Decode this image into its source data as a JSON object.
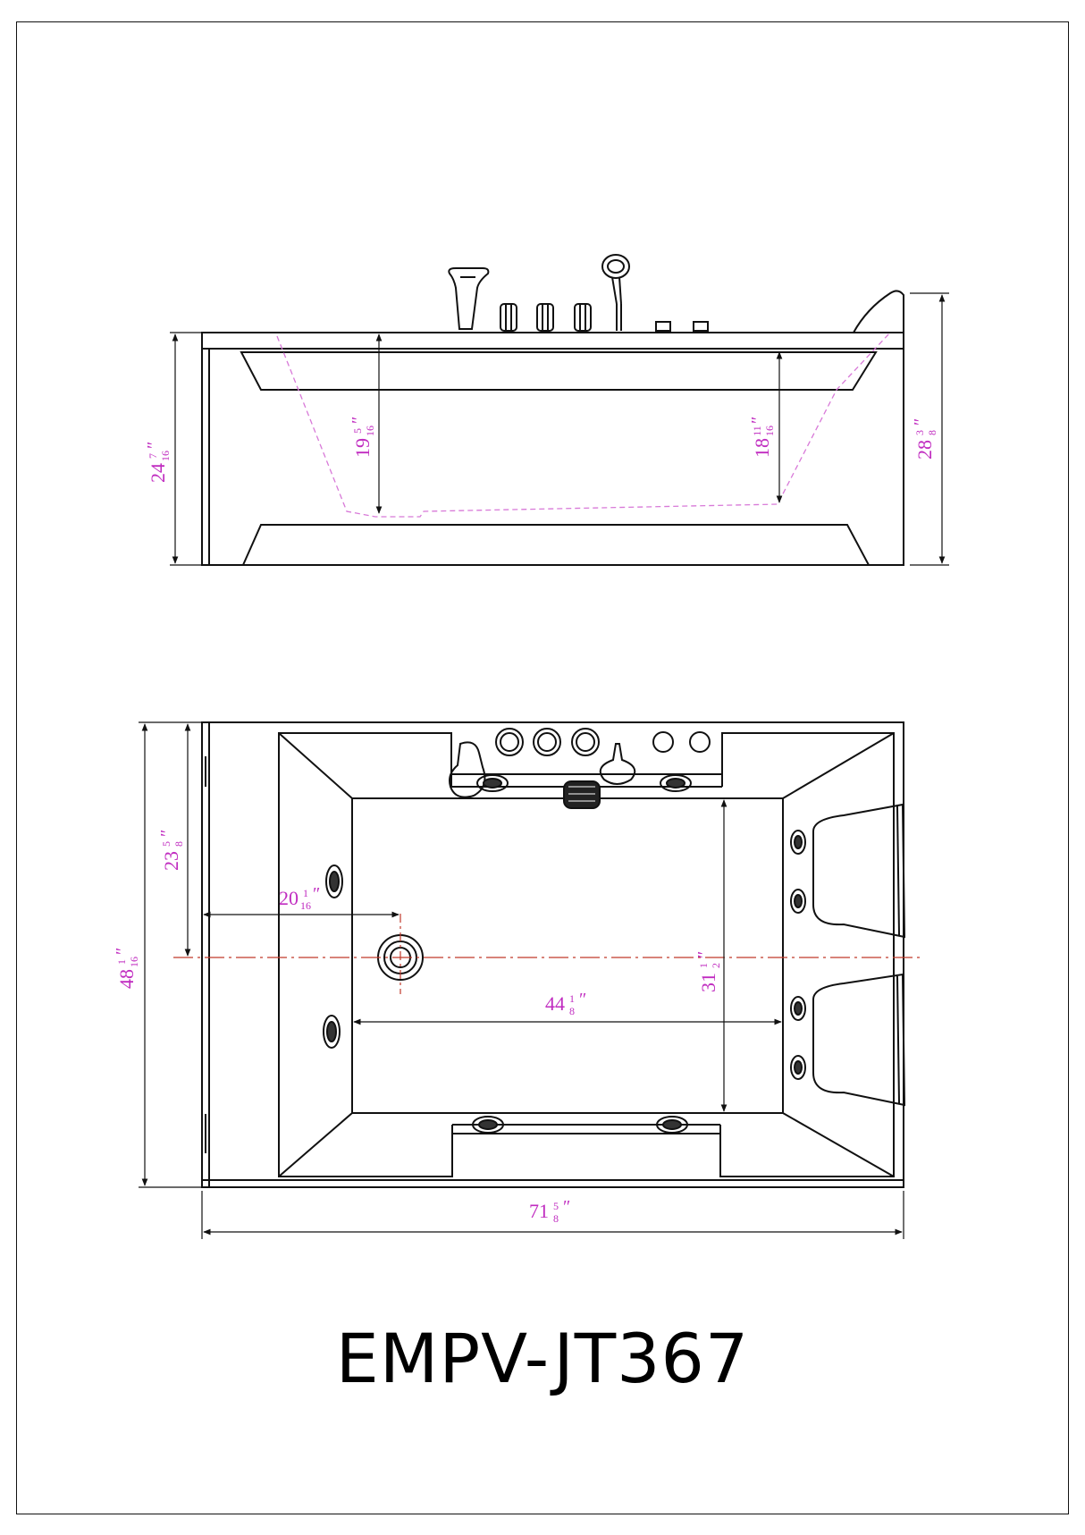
{
  "title": "EMPV-JT367",
  "colors": {
    "outline": "#111111",
    "dimension": "#c02cc0",
    "centerline": "#c0392b",
    "hidden_line": "#d879d8"
  },
  "side_view": {
    "dims": {
      "overall_left": {
        "whole": "24",
        "num": "7",
        "den": "16",
        "unit": "″"
      },
      "depth_left": {
        "whole": "19",
        "num": "5",
        "den": "16",
        "unit": "″"
      },
      "depth_right": {
        "whole": "18",
        "num": "11",
        "den": "16",
        "unit": "″"
      },
      "overall_right": {
        "whole": "28",
        "num": "3",
        "den": "8",
        "unit": "″"
      }
    },
    "icons": [
      "faucet-icon",
      "valve-knob-icon",
      "hand-shower-icon",
      "control-button-icon",
      "headrest-icon"
    ]
  },
  "top_view": {
    "dims": {
      "overall_width": {
        "whole": "48",
        "num": "1",
        "den": "16",
        "unit": "″"
      },
      "drain_offset": {
        "whole": "23",
        "num": "5",
        "den": "8",
        "unit": "″"
      },
      "drain_from_end": {
        "whole": "20",
        "num": "1",
        "den": "16",
        "unit": "″"
      },
      "inner_width": {
        "whole": "31",
        "num": "1",
        "den": "2",
        "unit": "″"
      },
      "inner_length": {
        "whole": "44",
        "num": "1",
        "den": "8",
        "unit": "″"
      },
      "overall_length": {
        "whole": "71",
        "num": "5",
        "den": "8",
        "unit": "″"
      }
    },
    "icons": [
      "drain-icon",
      "jet-icon",
      "pillow-icon",
      "faucet-icon",
      "overflow-icon"
    ]
  }
}
